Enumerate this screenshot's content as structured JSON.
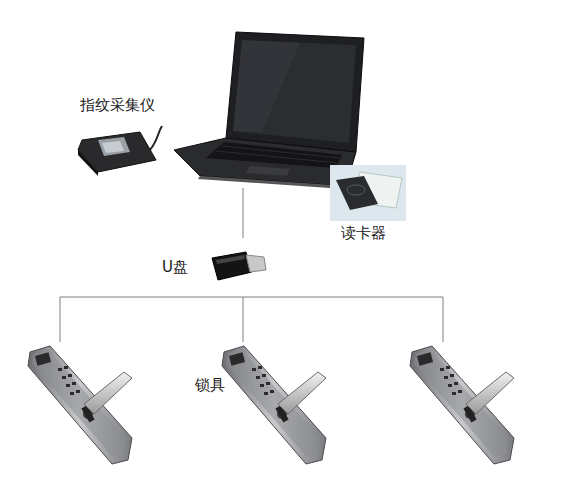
{
  "diagram": {
    "labels": [
      "指纹采集仪",
      "读卡器",
      "U盘",
      "锁具"
    ]
  }
}
